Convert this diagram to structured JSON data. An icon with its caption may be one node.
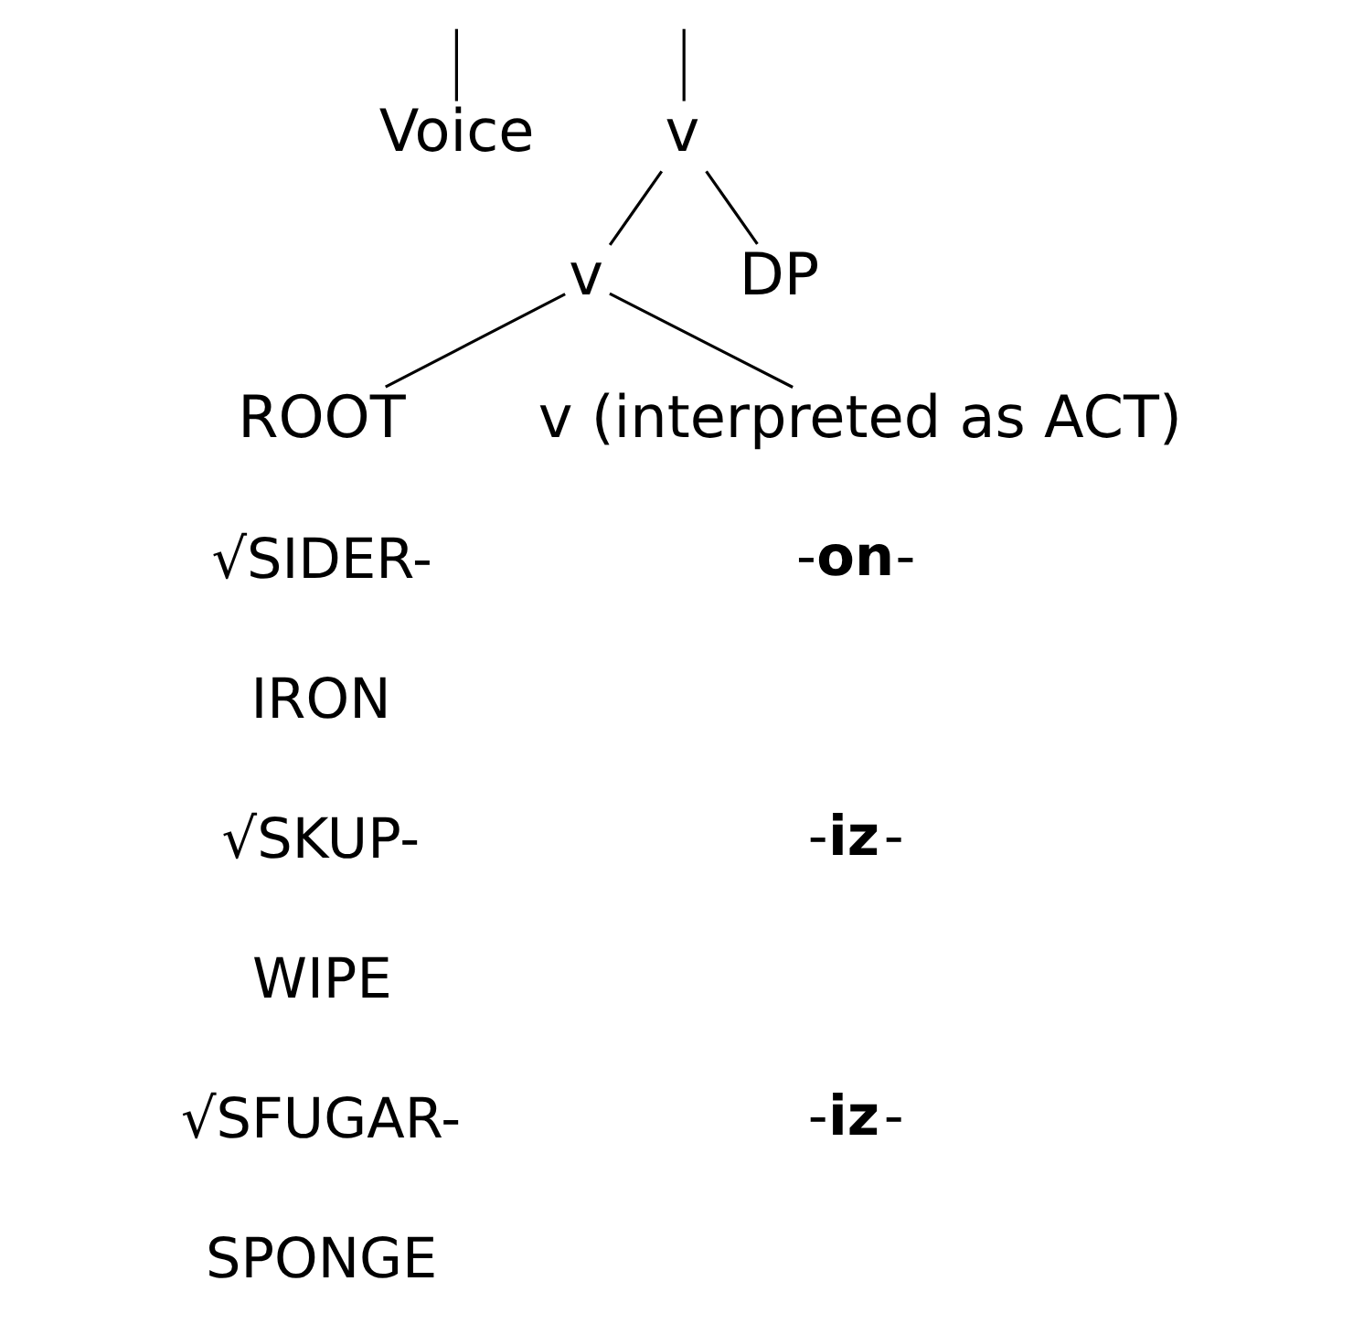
{
  "diagram": {
    "nodes": [
      {
        "text": [
          "Voice"
        ]
      },
      {
        "text": [
          "v"
        ]
      },
      {
        "text": [
          "v"
        ]
      },
      {
        "text": [
          "DP"
        ]
      },
      {
        "text": [
          "ROOT"
        ]
      },
      {
        "text": [
          "v (interpreted as ACT)"
        ]
      }
    ],
    "edges": [
      {
        "from": null,
        "to": 0,
        "arrow": "none"
      },
      {
        "from": null,
        "to": 1,
        "arrow": "none"
      },
      {
        "from": 1,
        "to": 2,
        "arrow": "none"
      },
      {
        "from": 1,
        "to": 3,
        "arrow": "none"
      },
      {
        "from": 2,
        "to": 4,
        "arrow": "none"
      },
      {
        "from": 2,
        "to": 5,
        "arrow": "none"
      }
    ],
    "labels": [
      "√SIDER-",
      "-**on**-",
      "IRON",
      "√SKUP-",
      "-**iz**-",
      "WIPE",
      "√SFUGAR-",
      "-**iz**-",
      "SPONGE"
    ]
  }
}
